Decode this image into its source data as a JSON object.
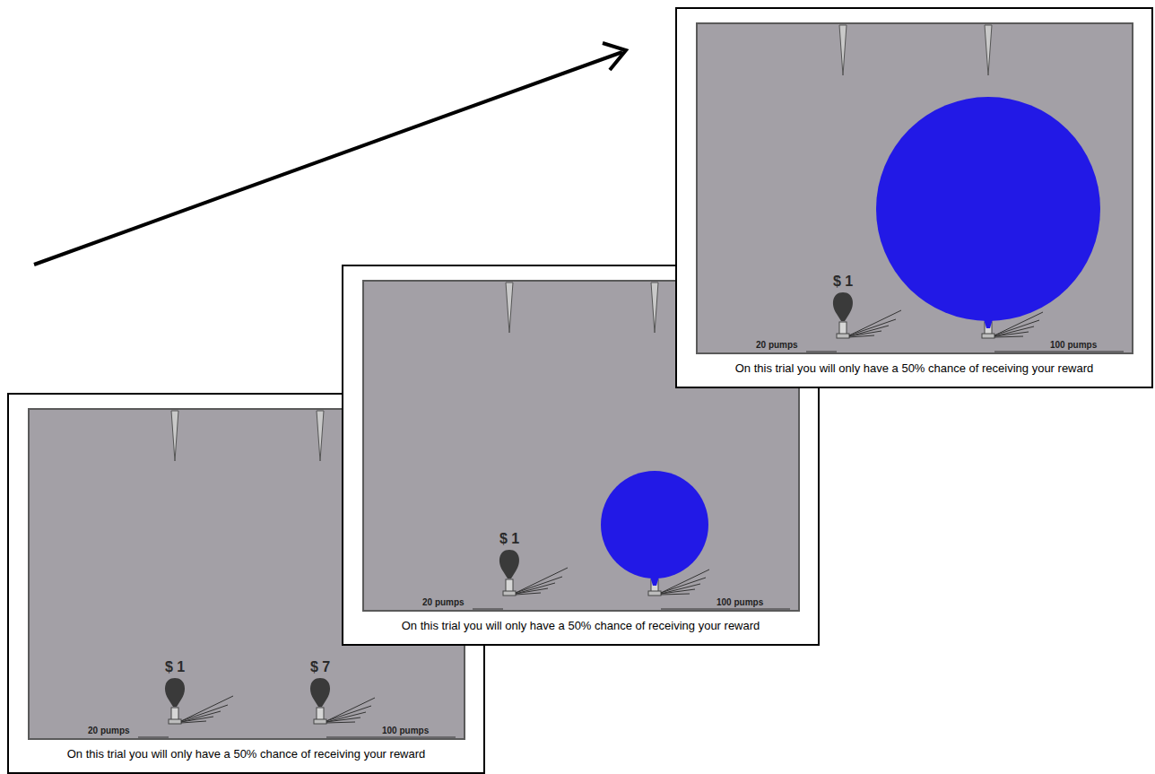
{
  "diagram": {
    "nodes": [
      {
        "text": [
          "$ 1",
          "$ 7",
          "20 pumps",
          "100 pumps",
          "On this trial you will only have a 50% chance of receiving your reward"
        ]
      },
      {
        "text": [
          "$ 1",
          "20 pumps",
          "100 pumps",
          "On this trial you will only have a 50% chance of receiving your reward"
        ]
      },
      {
        "text": [
          "$ 1",
          "20 pumps",
          "100 pumps",
          "On this trial you will only have a 50% chance of receiving your reward"
        ]
      }
    ]
  }
}
